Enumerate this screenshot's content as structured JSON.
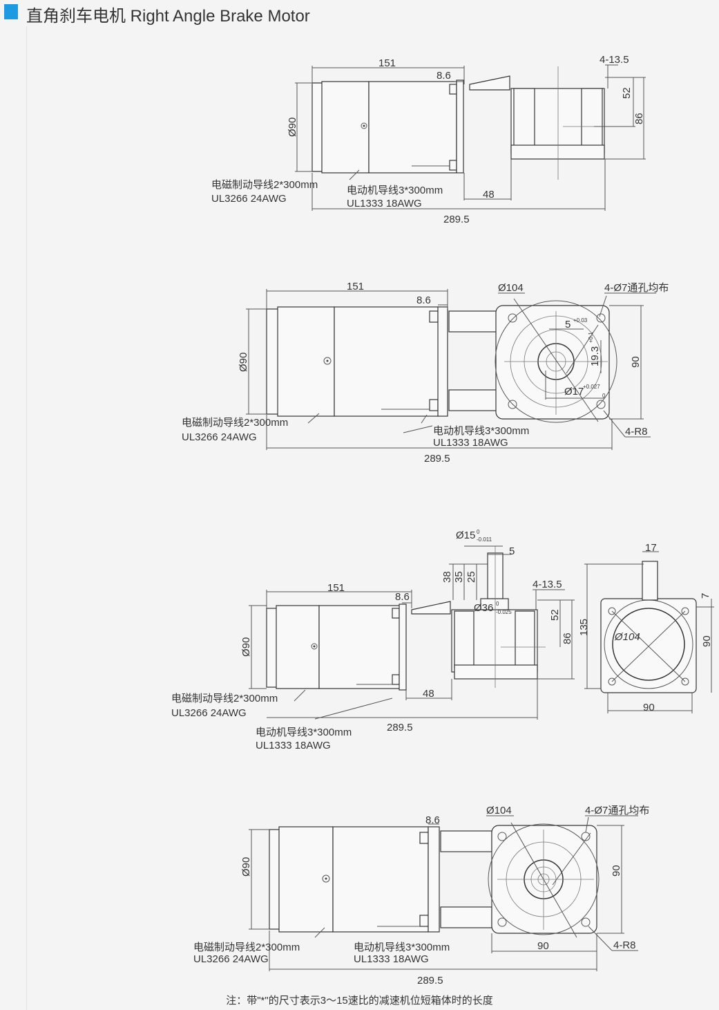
{
  "header": {
    "title": "直角刹车电机 Right Angle Brake Motor",
    "accent": "#1e9be0"
  },
  "labels": {
    "brake_wire": "电磁制动导线2*300mm",
    "brake_awg": "UL3266  24AWG",
    "motor_wire": "电动机导线3*300mm",
    "motor_awg": "UL1333  18AWG"
  },
  "dims": {
    "d151": "151",
    "d86a": "8.6",
    "d289": "289.5",
    "d90dia": "Ø90",
    "d48": "48",
    "d52": "52",
    "d86": "86",
    "d4135": "4-13.5",
    "d104": "Ø104",
    "d4h": "4-Ø7通孔均布",
    "d90": "90",
    "d4r8": "4-R8",
    "d5": "5",
    "d193": "19.3",
    "d17dia": "Ø17",
    "d15dia": "Ø15",
    "d38": "38",
    "d35": "35",
    "d25": "25",
    "d36dia": "Ø36",
    "d135": "135",
    "d17": "17",
    "d7": "7",
    "tol_p003": "+0.03",
    "tol_0": "0",
    "tol_m0011": "-0.011",
    "tol_p0027": "+0.027",
    "tol_m0025": "-0.025",
    "tol_p01": "+0.1"
  },
  "note": "注：带\"*\"的尺寸表示3～15速比的减速机位短箱体时的长度"
}
